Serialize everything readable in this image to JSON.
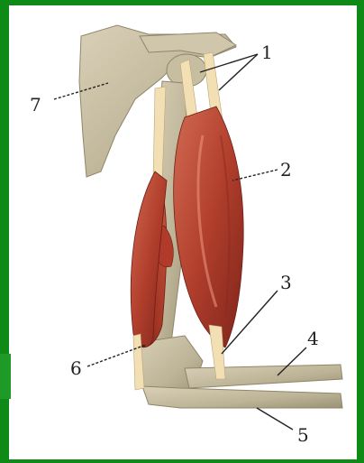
{
  "labels": {
    "l1": "1",
    "l2": "2",
    "l3": "3",
    "l4": "4",
    "l5": "5",
    "l6": "6",
    "l7": "7"
  },
  "colors": {
    "background_frame": "#0f8a17",
    "panel": "#ffffff",
    "bone": "#c9c0a6",
    "bone_shadow": "#9f9679",
    "muscle": "#b5412f",
    "muscle_dark": "#7f241b",
    "tendon": "#f2d9a6"
  }
}
